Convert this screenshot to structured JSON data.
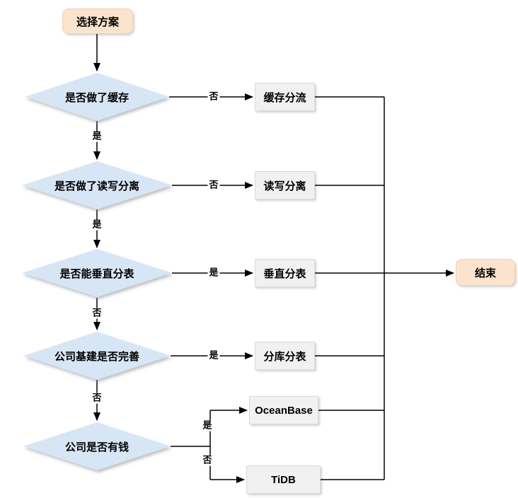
{
  "flowchart": {
    "start": "选择方案",
    "end": "结束",
    "decisions": {
      "cache": "是否做了缓存",
      "read_write": "是否做了读写分离",
      "vertical_split": "是否能垂直分表",
      "infrastructure": "公司基建是否完善",
      "money": "公司是否有钱"
    },
    "processes": {
      "cache_split": "缓存分流",
      "read_write_split": "读写分离",
      "vertical_table": "垂直分表",
      "sharding": "分库分表",
      "oceanbase": "OceanBase",
      "tidb": "TiDB"
    },
    "branch_labels": {
      "cache_no": "否",
      "cache_yes": "是",
      "read_write_no": "否",
      "read_write_yes": "是",
      "vertical_yes": "是",
      "vertical_no": "否",
      "infra_yes": "是",
      "infra_no": "否",
      "money_yes": "是",
      "money_no": "否"
    },
    "colors": {
      "terminal_fill": "#fbe3cd",
      "decision_fill": "#d7e6f5",
      "process_fill": "#f1f1f1",
      "connector": "#000000"
    }
  }
}
